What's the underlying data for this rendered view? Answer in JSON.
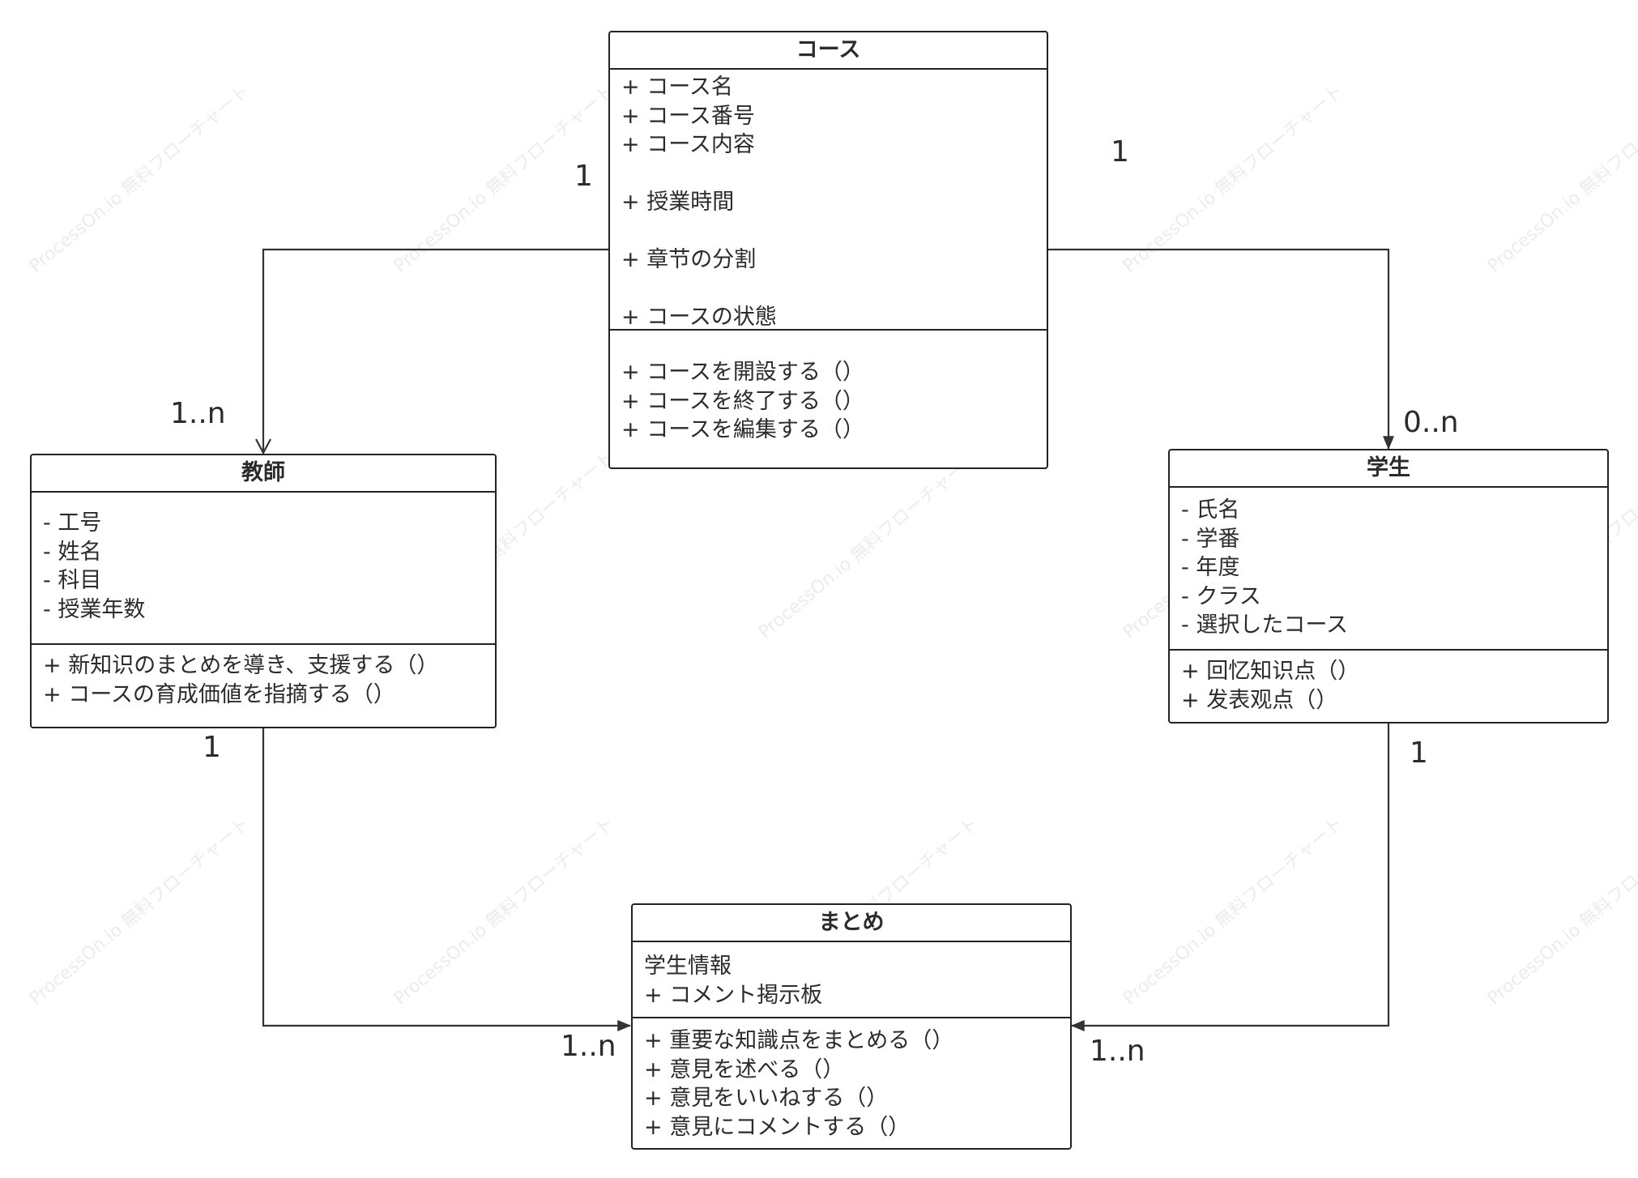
{
  "watermark": "ProcessOn.io 無料フローチャート",
  "classes": {
    "course": {
      "title": "コース",
      "attributes": [
        "+ コース名",
        "+ コース番号",
        "+ コース内容",
        "+ 授業時間",
        "+ 章节の分割",
        "+ コースの状態"
      ],
      "methods": [
        "+ コースを開設する（）",
        "+ コースを終了する（）",
        "+ コースを編集する（）"
      ]
    },
    "teacher": {
      "title": "教師",
      "attributes": [
        "- 工号",
        "- 姓名",
        "- 科目",
        "- 授業年数"
      ],
      "methods": [
        "+ 新知识のまとめを導き、支援する（）",
        "+ コースの育成価値を指摘する（）"
      ]
    },
    "student": {
      "title": "学生",
      "attributes": [
        "- 氏名",
        "- 学番",
        "- 年度",
        "- クラス",
        "- 選択したコース"
      ],
      "methods": [
        "+ 回忆知识点（）",
        "+ 发表观点（）"
      ]
    },
    "summary": {
      "title": "まとめ",
      "attributes": [
        "学生情報",
        "+ コメント掲示板"
      ],
      "methods": [
        "+ 重要な知識点をまとめる（）",
        "+ 意見を述べる（）",
        "+ 意見をいいねする（）",
        "+ 意見にコメントする（）"
      ]
    }
  },
  "multiplicities": {
    "course_teacher_source": "1",
    "course_teacher_target": "1..n",
    "course_student_source": "1",
    "course_student_target": "0..n",
    "teacher_summary_source": "1",
    "teacher_summary_target": "1..n",
    "student_summary_source": "1",
    "student_summary_target": "1..n"
  },
  "colors": {
    "line": "#333333",
    "border": "#222222",
    "text": "#2b2b2b",
    "watermark": "#ececec"
  }
}
